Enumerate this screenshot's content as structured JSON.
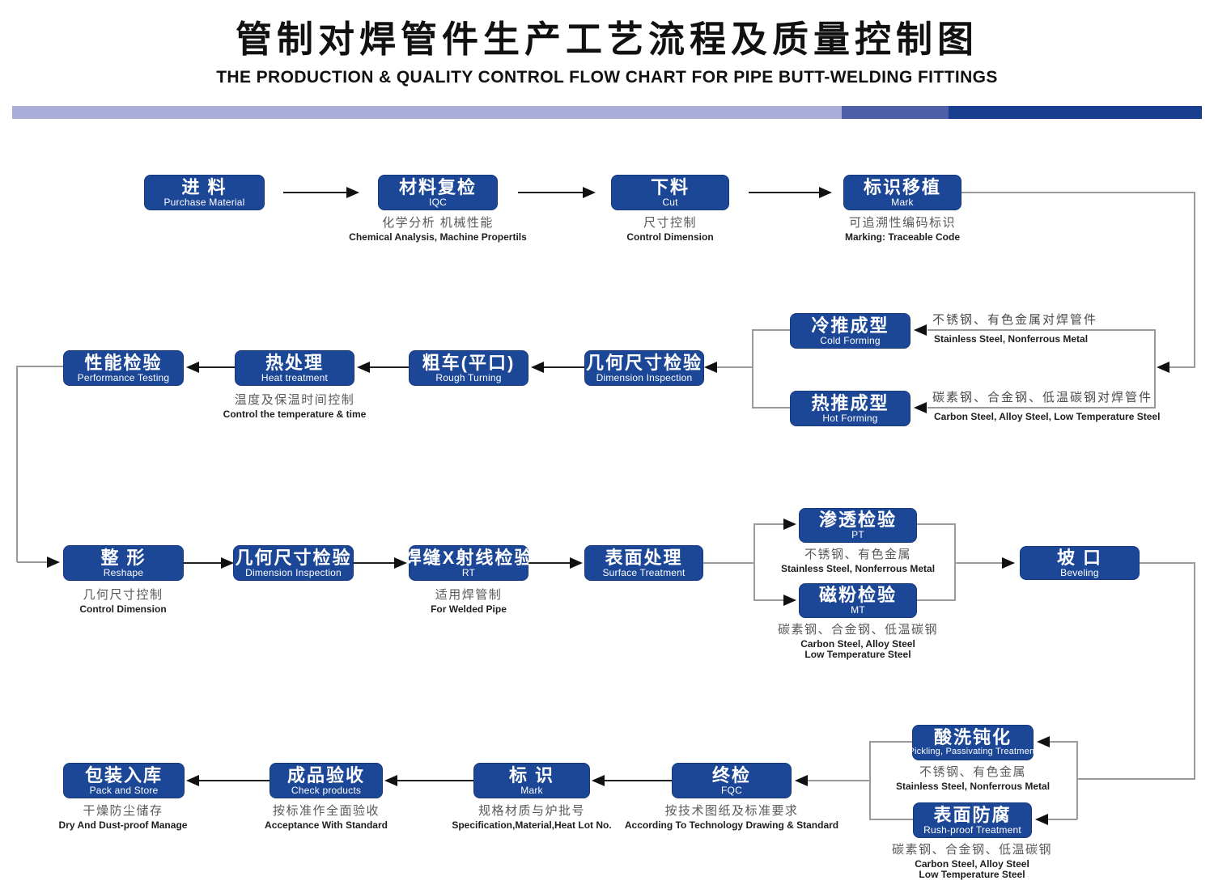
{
  "title": {
    "zh": "管制对焊管件生产工艺流程及质量控制图",
    "en": "THE PRODUCTION & QUALITY CONTROL FLOW CHART FOR PIPE BUTT-WELDING FITTINGS"
  },
  "colors": {
    "box_blue": "#1c4696",
    "bar_light": "#a9aed8",
    "bar_mid": "#4d5fa8",
    "bar_dark": "#1a3e8f",
    "line_gray": "#9a9a9a",
    "line_black": "#1f1f1f"
  },
  "nodes": {
    "purchase": {
      "zh": "进 料",
      "en": "Purchase Material"
    },
    "iqc": {
      "zh": "材料复检",
      "en": "IQC",
      "sub_zh": "化学分析  机械性能",
      "sub_en": "Chemical  Analysis, Machine Propertils"
    },
    "cut": {
      "zh": "下料",
      "en": "Cut",
      "sub_zh": "尺寸控制",
      "sub_en": "Control Dimension"
    },
    "mark_transplant": {
      "zh": "标识移植",
      "en": "Mark",
      "sub_zh": "可追溯性编码标识",
      "sub_en": "Marking: Traceable Code"
    },
    "cold_forming": {
      "zh": "冷推成型",
      "en": "Cold Forming",
      "note_zh": "不锈钢、有色金属对焊管件",
      "note_en": "Stainless Steel, Nonferrous Metal"
    },
    "hot_forming": {
      "zh": "热推成型",
      "en": "Hot Forming",
      "note_zh": "碳素钢、合金钢、低温碳钢对焊管件",
      "note_en": "Carbon Steel, Alloy Steel, Low Temperature Steel"
    },
    "dim_insp_1": {
      "zh": "几何尺寸检验",
      "en": "Dimension Inspection"
    },
    "rough_turning": {
      "zh": "粗车(平口)",
      "en": "Rough Turning"
    },
    "heat_treatment": {
      "zh": "热处理",
      "en": "Heat treatment",
      "sub_zh": "温度及保温时间控制",
      "sub_en": "Control the  temperature & time"
    },
    "performance_testing": {
      "zh": "性能检验",
      "en": "Performance Testing"
    },
    "reshape": {
      "zh": "整  形",
      "en": "Reshape",
      "sub_zh": "几何尺寸控制",
      "sub_en": "Control Dimension"
    },
    "dim_insp_2": {
      "zh": "几何尺寸检验",
      "en": "Dimension Inspection"
    },
    "rt": {
      "zh": "焊缝X射线检验",
      "en": "RT",
      "sub_zh": "适用焊管制",
      "sub_en": "For Welded Pipe"
    },
    "surface_treatment": {
      "zh": "表面处理",
      "en": "Surface  Treatment"
    },
    "pt": {
      "zh": "渗透检验",
      "en": "PT",
      "sub_zh": "不锈钢、有色金属",
      "sub_en": "Stainless Steel, Nonferrous Metal"
    },
    "mt": {
      "zh": "磁粉检验",
      "en": "MT",
      "sub_zh": "碳素钢、合金钢、低温碳钢",
      "sub_en": "Carbon Steel, Alloy Steel",
      "sub_en2": "Low Temperature Steel"
    },
    "beveling": {
      "zh": "坡  口",
      "en": "Beveling"
    },
    "pickling": {
      "zh": "酸洗钝化",
      "en": "Pickling, Passivating  Treatment",
      "sub_zh": "不锈钢、有色金属",
      "sub_en": "Stainless Steel, Nonferrous Metal"
    },
    "rust_proof": {
      "zh": "表面防腐",
      "en": "Rush-proof Treatment",
      "sub_zh": "碳素钢、合金钢、低温碳钢",
      "sub_en": "Carbon Steel, Alloy Steel",
      "sub_en2": "Low Temperature Steel"
    },
    "fqc": {
      "zh": "终检",
      "en": "FQC",
      "sub_zh": "按技术图纸及标准要求",
      "sub_en": "According To Technology Drawing & Standard"
    },
    "mark_label": {
      "zh": "标  识",
      "en": "Mark",
      "sub_zh": "规格材质与炉批号",
      "sub_en": "Specification,Material,Heat Lot No."
    },
    "check_products": {
      "zh": "成品验收",
      "en": "Check products",
      "sub_zh": "按标准作全面验收",
      "sub_en": "Acceptance  With  Standard"
    },
    "pack_store": {
      "zh": "包装入库",
      "en": "Pack and Store",
      "sub_zh": "干燥防尘储存",
      "sub_en": "Dry  And Dust-proof  Manage"
    }
  }
}
